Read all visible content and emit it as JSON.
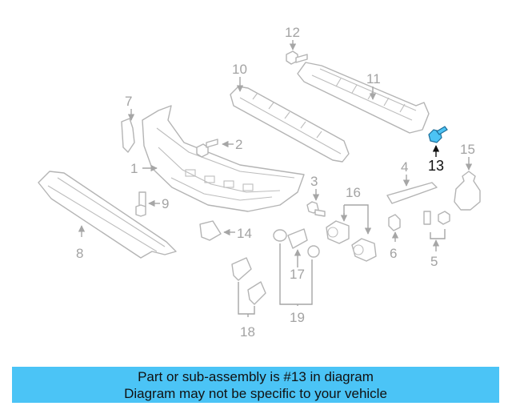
{
  "diagram": {
    "callouts": {
      "c1": "1",
      "c2": "2",
      "c3": "3",
      "c4": "4",
      "c5": "5",
      "c6": "6",
      "c7": "7",
      "c8": "8",
      "c9": "9",
      "c10": "10",
      "c11": "11",
      "c12": "12",
      "c13": "13",
      "c14": "14",
      "c15": "15",
      "c16": "16",
      "c17": "17",
      "c18": "18",
      "c19": "19"
    },
    "highlighted_part": "13",
    "colors": {
      "highlight": "#4cc3f4",
      "line_art": "#b4b4b4",
      "callout_text": "#a3a3a3",
      "banner_bg": "#4bc4f6"
    }
  },
  "banner": {
    "line1": "Part or sub-assembly is #13 in diagram",
    "line2": "Diagram may not be specific to your vehicle"
  }
}
